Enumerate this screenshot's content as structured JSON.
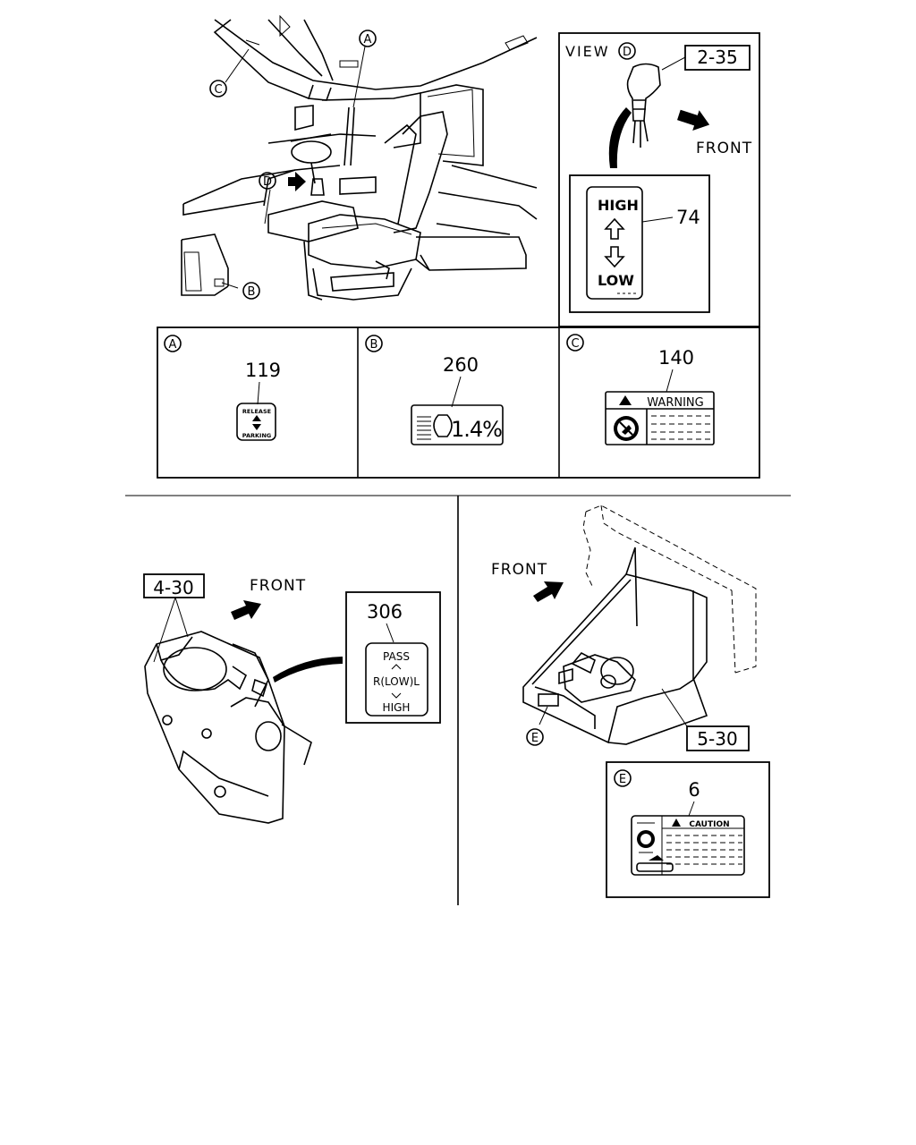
{
  "top": {
    "callouts": {
      "a": "A",
      "b": "B",
      "c": "C",
      "d": "D"
    },
    "view_d": {
      "view_label": "VIEW",
      "view_circle": "D",
      "ref": "2-35",
      "front": "FRONT",
      "part_no": "74",
      "label_high": "HIGH",
      "label_low": "LOW"
    },
    "detail_a": {
      "circle": "A",
      "part_no": "119",
      "label_top": "RELEASE",
      "label_bottom": "PARKING"
    },
    "detail_b": {
      "circle": "B",
      "part_no": "260",
      "label_value": "1.4%"
    },
    "detail_c": {
      "circle": "C",
      "part_no": "140",
      "label_warning": "WARNING"
    }
  },
  "bottom_left": {
    "ref": "4-30",
    "front": "FRONT",
    "part_no": "306",
    "label_pass": "PASS",
    "label_mid": "R(LOW)L",
    "label_high": "HIGH"
  },
  "bottom_right": {
    "front": "FRONT",
    "callout_e": "E",
    "ref": "5-30",
    "detail_e": {
      "circle": "E",
      "part_no": "6",
      "label_caution": "CAUTION"
    }
  }
}
